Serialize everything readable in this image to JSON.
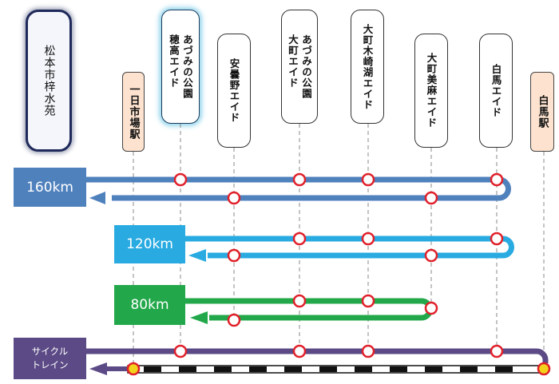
{
  "stations": {
    "matsumoto": "松本市梓水苑",
    "ichinichi": "一日市場駅",
    "azumino_hotaka": "あづみの公園\n穂高エイド",
    "azumino": "安曇野エイド",
    "azumino_omachi": "あづみの公園\n大町エイド",
    "kizakiko": "大町木崎湖エイド",
    "omachi_asa": "大町美麻エイド",
    "hakuba_aid": "白馬エイド",
    "hakuba_station": "白馬駅"
  },
  "routes": {
    "r160": "160km",
    "r120": "120km",
    "r80": "80km",
    "cycle_line1": "サイクル",
    "cycle_line2": "トレイン"
  },
  "colors": {
    "r160": "#4f81bd",
    "r120": "#29abe2",
    "r80": "#22a84a",
    "cycle": "#5b4a85",
    "stop_ring": "#e0202a",
    "rail_stop": "#f2d21a"
  }
}
